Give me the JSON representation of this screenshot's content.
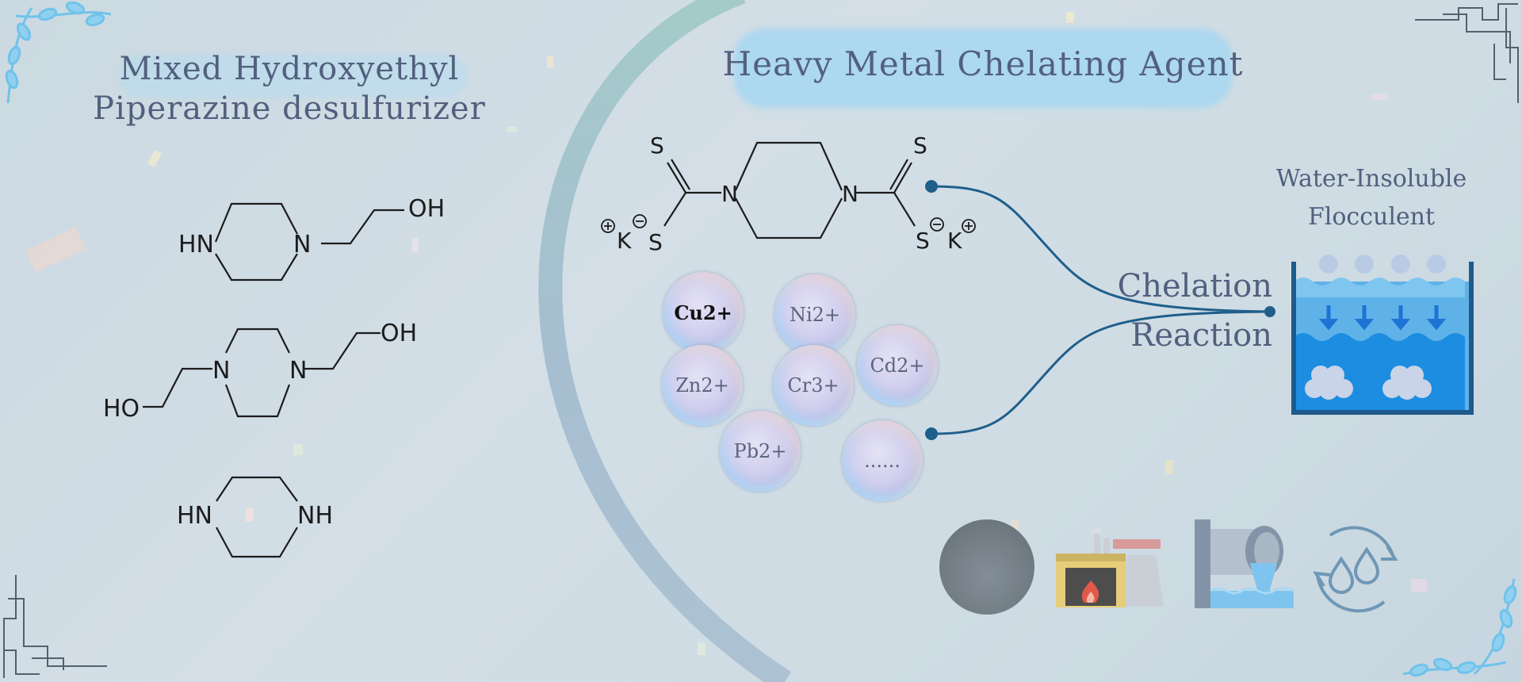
{
  "left_panel": {
    "title_line1": "Mixed Hydroxyethyl",
    "title_line2": "Piperazine desulfurizer",
    "molecules": [
      {
        "labels": {
          "nh": "HN",
          "n": "N",
          "oh": "OH"
        }
      },
      {
        "labels": {
          "n1": "N",
          "n2": "N",
          "oh": "OH",
          "ho": "HO"
        }
      },
      {
        "labels": {
          "hn": "HN",
          "nh": "NH"
        }
      }
    ]
  },
  "right_panel": {
    "title": "Heavy Metal Chelating Agent",
    "chelator_labels": {
      "s1": "S",
      "s2": "S",
      "s3": "S",
      "s4": "S",
      "n1": "N",
      "n2": "N",
      "k1": "K",
      "k2": "K"
    },
    "ions": [
      {
        "label": "Cu2+",
        "bold": true
      },
      {
        "label": "Ni2+"
      },
      {
        "label": "Zn2+"
      },
      {
        "label": "Cr3+"
      },
      {
        "label": "Cd2+"
      },
      {
        "label": "Pb2+"
      },
      {
        "label": "......"
      }
    ],
    "reaction_label_line1": "Chelation",
    "reaction_label_line2": "Reaction",
    "product_label_line1": "Water-Insoluble",
    "product_label_line2": "Flocculent",
    "icons": [
      "soil-icon",
      "factory-icon",
      "wastewater-pipe-icon",
      "water-recycle-icon"
    ]
  },
  "colors": {
    "title": "#52607e",
    "brush": "#8fd0f0",
    "accent": "#1f5f8b",
    "tank": "#1e5a8a"
  }
}
